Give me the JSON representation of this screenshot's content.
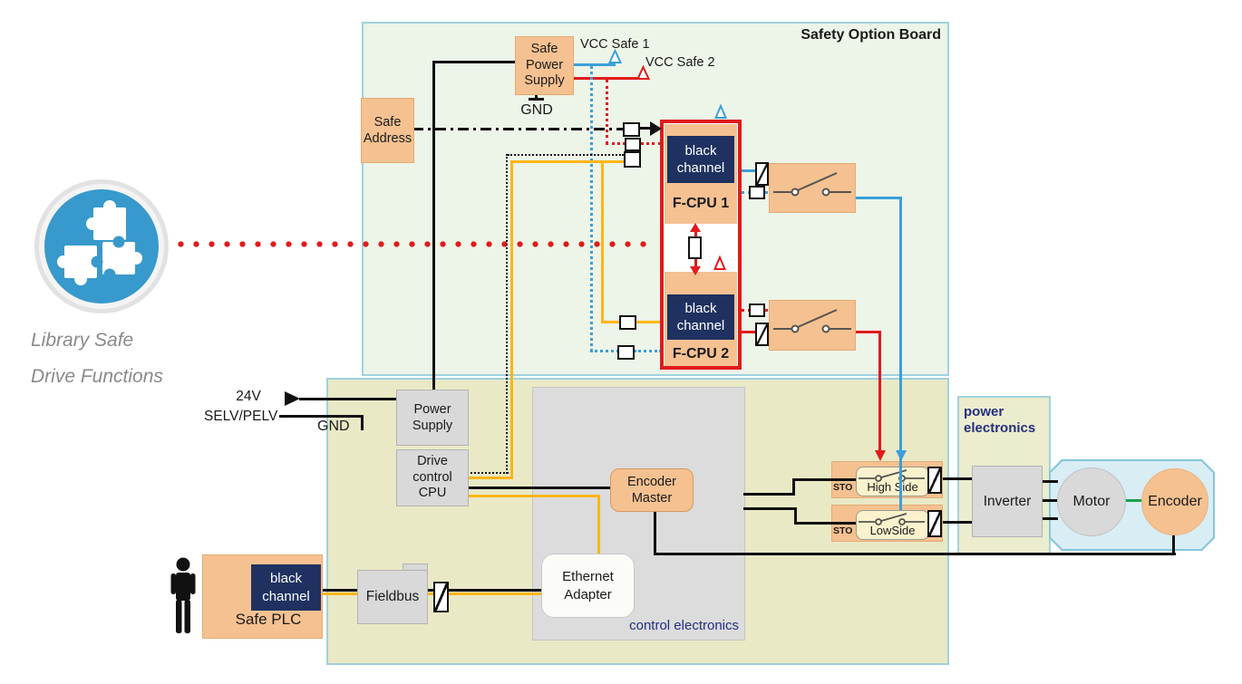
{
  "logo": {
    "line1": "Library Safe",
    "line2": "Drive Functions"
  },
  "external": {
    "v24": "24V",
    "selv_pelv": "SELV/PELV",
    "gnd": "GND"
  },
  "safety_board": {
    "title": "Safety Option Board",
    "safe_power_supply": "Safe\nPower\nSupply",
    "gnd_label": "GND",
    "vcc_safe_1": "VCC Safe 1",
    "vcc_safe_2": "VCC Safe 2",
    "safe_address": "Safe\nAddress",
    "fcpu1": {
      "black_channel": "black\nchannel",
      "label": "F-CPU 1"
    },
    "fcpu2": {
      "black_channel": "black\nchannel",
      "label": "F-CPU 2"
    }
  },
  "main_board": {
    "power_supply": "Power\nSupply",
    "drive_control_cpu": "Drive\ncontrol\nCPU",
    "fieldbus": "Fieldbus",
    "control_electronics": {
      "label": "control electronics",
      "encoder_master": "Encoder\nMaster",
      "ethernet_adapter": "Ethernet\nAdapter"
    },
    "sto_high": {
      "sto": "STO",
      "label": "High Side"
    },
    "sto_low": {
      "sto": "STO",
      "label": "LowSide"
    }
  },
  "safe_plc": {
    "black_channel": "black\nchannel",
    "label": "Safe PLC"
  },
  "power_electronics": {
    "label": "power\nelectronics",
    "inverter": "Inverter"
  },
  "motor_unit": {
    "motor": "Motor",
    "encoder": "Encoder"
  },
  "colors": {
    "accent_orange": "#f5c191",
    "navy_block": "#1e3160",
    "red": "#e01b1b",
    "blue": "#3aa0d8",
    "line_orange": "#fdb515",
    "green": "#18a24b",
    "safety_board_fill": "#edf4e8",
    "main_board_fill": "#e9e9c6",
    "board_border": "#9fd2df",
    "label_navy": "#232f7e"
  }
}
